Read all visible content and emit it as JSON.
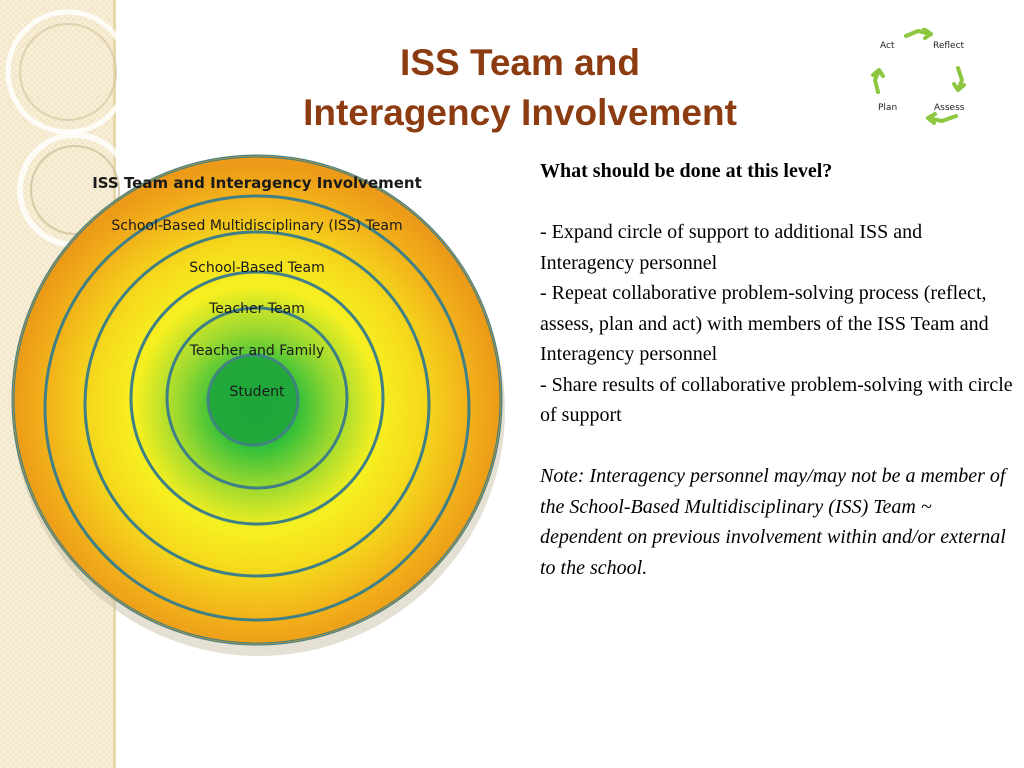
{
  "title": {
    "line1": "ISS Team and",
    "line2": "Interagency  Involvement"
  },
  "cycle": {
    "act": "Act",
    "reflect": "Reflect",
    "plan": "Plan",
    "assess": "Assess",
    "arrow_color": "#8dc63f"
  },
  "rings": {
    "outer": "ISS Team and Interagency Involvement",
    "ring2": "School-Based Multidisciplinary (ISS) Team",
    "ring3": "School-Based Team",
    "ring4": "Teacher Team",
    "ring5": "Teacher and Family",
    "center": "Student",
    "colors": {
      "outer": "#f0a020",
      "middle": "#f7f020",
      "center": "#1fb33a",
      "stroke": "#3f7f86"
    }
  },
  "panel": {
    "heading": "What should be done at this level?",
    "bullets": [
      "- Expand circle of support to additional ISS and Interagency personnel",
      "- Repeat collaborative problem-solving process (reflect, assess, plan and act) with members of the ISS Team and Interagency personnel",
      "- Share results of collaborative problem-solving with circle of support"
    ],
    "note": "Note: Interagency personnel may/may not  be a member of the School-Based Multidisciplinary (ISS) Team ~ dependent on previous involvement  within and/or external to the school."
  }
}
